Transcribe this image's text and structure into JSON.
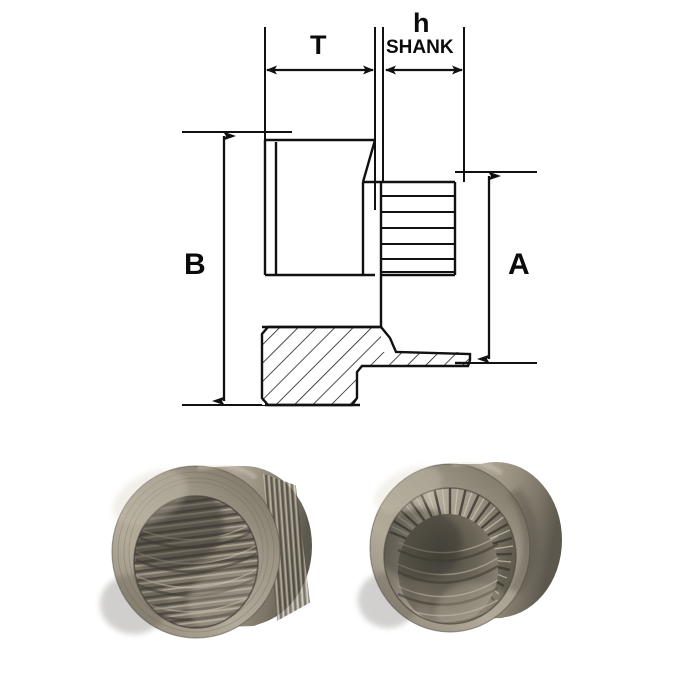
{
  "figure": {
    "kind": "engineering-drawing-with-photos",
    "subject": "self-clinching nut",
    "background_color": "#ffffff",
    "line_color": "#111111"
  },
  "drawing": {
    "title": "",
    "dimension_labels": [
      {
        "id": "T",
        "text": "T",
        "orientation": "horizontal",
        "position": "top-left"
      },
      {
        "id": "h",
        "text": "h",
        "orientation": "horizontal",
        "position": "top-right"
      },
      {
        "id": "shank",
        "text": "SHANK",
        "orientation": "horizontal",
        "position": "top-right-under-h"
      },
      {
        "id": "B",
        "text": "B",
        "orientation": "vertical",
        "position": "left"
      },
      {
        "id": "A",
        "text": "A",
        "orientation": "vertical",
        "position": "right"
      }
    ],
    "features": [
      "hatched flange section",
      "knurled clinch ring",
      "internal thread barrel",
      "shank"
    ]
  },
  "photos": {
    "items": [
      {
        "id": "nut-left",
        "caption": "",
        "view": "threaded-bore-face",
        "material_color": "#8b8578"
      },
      {
        "id": "nut-right",
        "caption": "",
        "view": "knurled-clinch-ring-face",
        "material_color": "#8b8578"
      }
    ]
  }
}
